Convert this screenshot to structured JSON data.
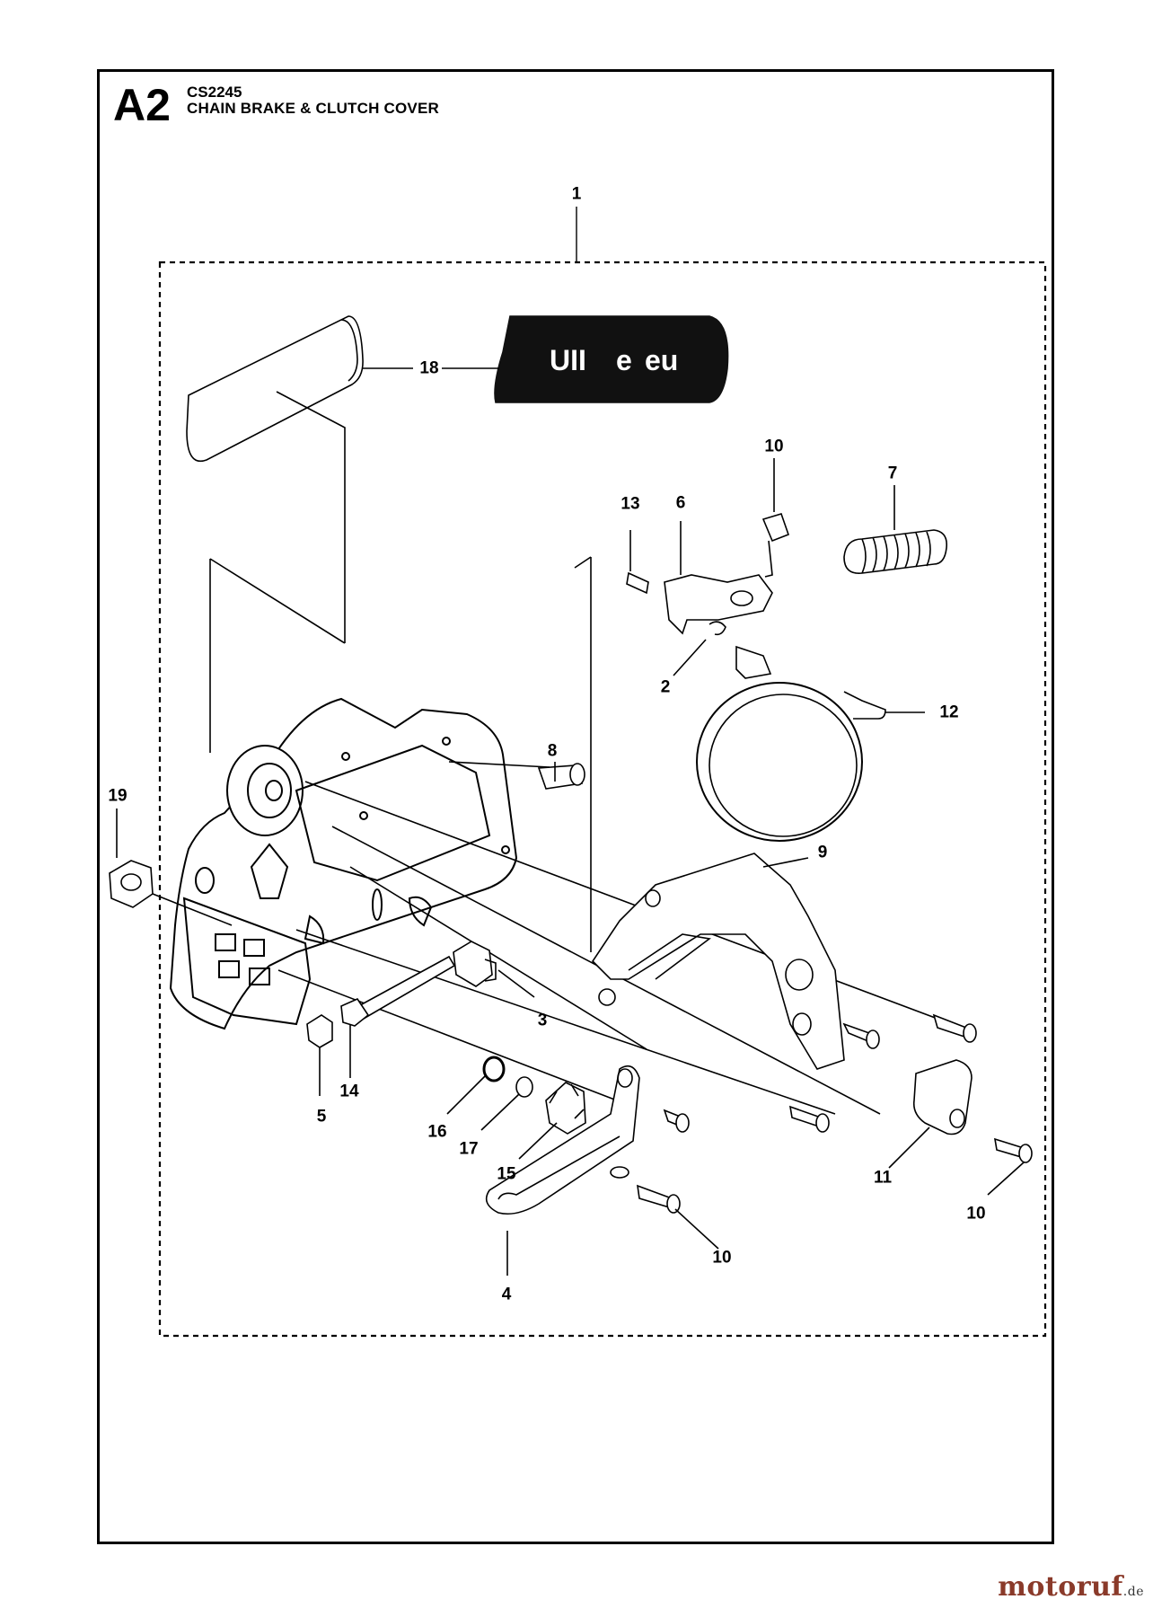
{
  "header": {
    "section_code": "A2",
    "model": "CS2245",
    "title": "CHAIN BRAKE & CLUTCH COVER"
  },
  "callouts": {
    "c1": "1",
    "c18": "18",
    "c10a": "10",
    "c7": "7",
    "c13": "13",
    "c6": "6",
    "c2": "2",
    "c12": "12",
    "c8": "8",
    "c19": "19",
    "c9": "9",
    "c3": "3",
    "c14": "14",
    "c5": "5",
    "c16": "16",
    "c17": "17",
    "c15": "15",
    "c11": "11",
    "c10b": "10",
    "c10c": "10",
    "c4": "4"
  },
  "watermark": {
    "brand": "motoruf",
    "tld": ".de"
  },
  "colors": {
    "line": "#000000",
    "decal_fill": "#111111",
    "watermark": "#8a3a2a"
  }
}
